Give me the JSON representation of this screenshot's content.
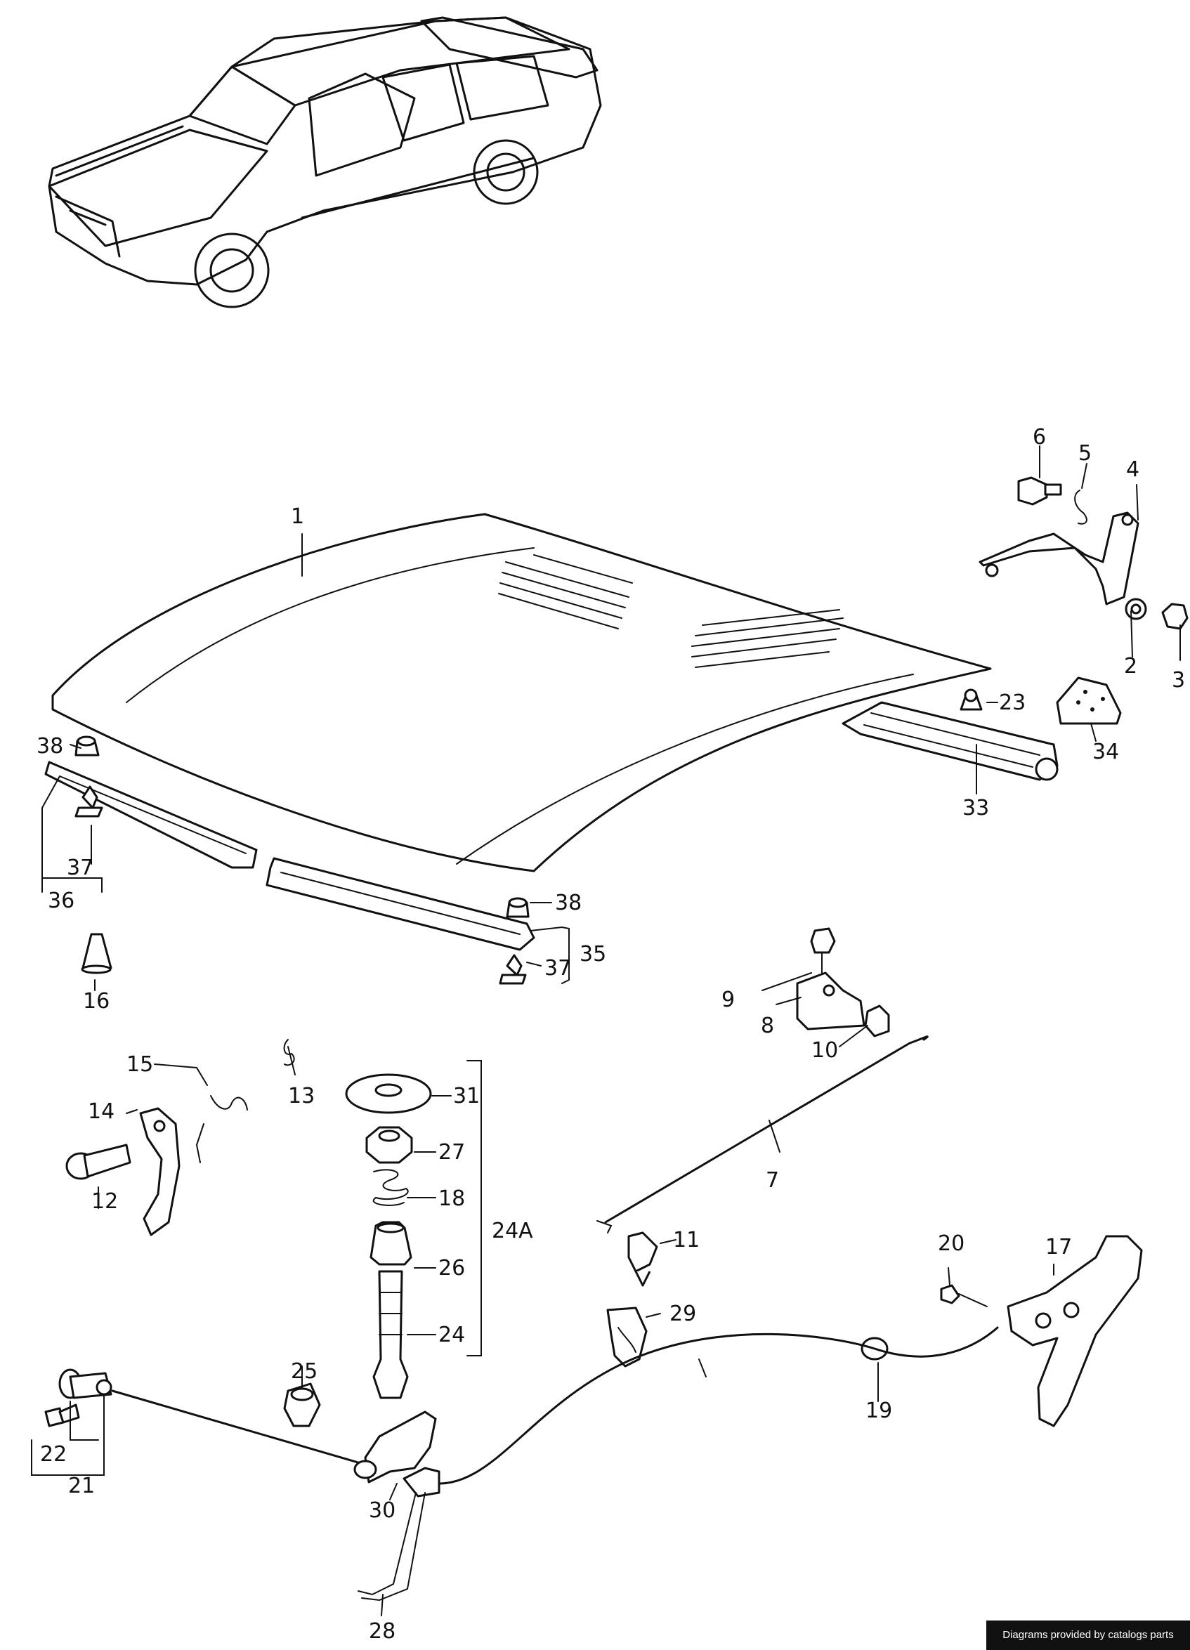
{
  "labels": {
    "p1": "1",
    "p2": "2",
    "p3": "3",
    "p4": "4",
    "p5": "5",
    "p6": "6",
    "p7": "7",
    "p8": "8",
    "p9": "9",
    "p10": "10",
    "p11": "11",
    "p12": "12",
    "p13": "13",
    "p14": "14",
    "p15": "15",
    "p16": "16",
    "p17": "17",
    "p18": "18",
    "p19": "19",
    "p20": "20",
    "p21": "21",
    "p22": "22",
    "p23": "23",
    "p24": "24",
    "p24A": "24A",
    "p25": "25",
    "p26": "26",
    "p27": "27",
    "p28": "28",
    "p29": "29",
    "p30": "30",
    "p31": "31",
    "p33": "33",
    "p34": "34",
    "p35": "35",
    "p36": "36",
    "p37a": "37",
    "p37b": "37",
    "p38a": "38",
    "p38b": "38"
  },
  "footer": {
    "text": "Diagrams provided by catalogs parts"
  }
}
